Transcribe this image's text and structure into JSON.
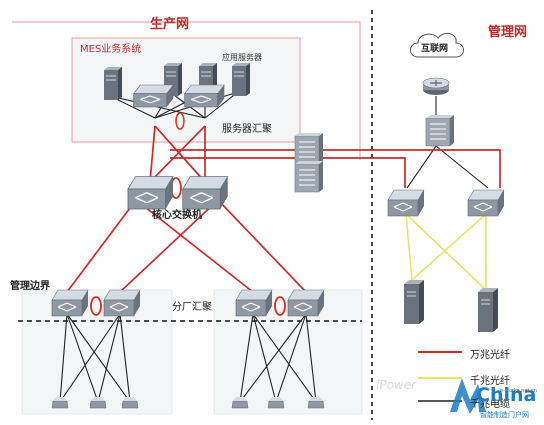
{
  "zones": {
    "production": "生产网",
    "management": "管理网",
    "mes_system": "MES业务系统"
  },
  "labels": {
    "app_servers": "应用服务器",
    "server_aggregation": "服务器汇聚",
    "core_switch": "核心交换机",
    "mgmt_boundary": "管理边界",
    "branch_aggregation": "分厂汇聚",
    "internet": "互联网"
  },
  "legend": [
    {
      "label": "万兆光纤",
      "color": "#cc2a2a"
    },
    {
      "label": "千兆光纤",
      "color": "#e8e36a"
    },
    {
      "label": "千兆电缆",
      "color": "#222222"
    }
  ],
  "watermark": {
    "brand": "China",
    "domain": "e-works.net.cn",
    "tagline": "智能制造门户网",
    "faint": "iPower"
  },
  "colors": {
    "fiber_10g": "#cc2a2a",
    "fiber_1g": "#e8e36a",
    "cable_1g": "#222222",
    "zone_border": "#e89a9a",
    "zone_label": "#c0282a",
    "device_body": "#8e98a3",
    "device_dark": "#4d5560",
    "brand_blue": "#1c7cc4"
  },
  "icons": {
    "server": "server-icon",
    "switch": "switch-icon",
    "firewall": "firewall-icon",
    "router": "router-icon",
    "cloud": "cloud-icon",
    "access_point": "access-point-icon",
    "link_aggregation": "link-aggregation-icon"
  }
}
